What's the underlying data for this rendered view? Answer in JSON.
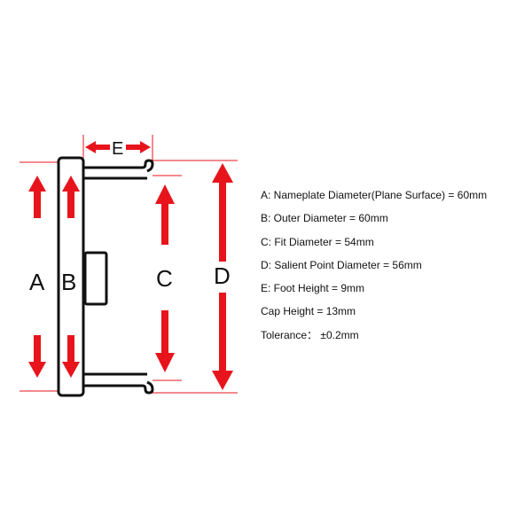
{
  "colors": {
    "arrow": "#e8141c",
    "outline": "#111111",
    "cap_fill": "#ffffff"
  },
  "labels": {
    "A": "A",
    "B": "B",
    "C": "C",
    "D": "D",
    "E": "E"
  },
  "specs": [
    "A: Nameplate Diameter(Plane Surface) = 60mm",
    "B: Outer Diameter = 60mm",
    "C: Fit Diameter = 54mm",
    "D: Salient Point Diameter = 56mm",
    "E: Foot Height = 9mm",
    "Cap Height = 13mm",
    "Tolerance：  ±0.2mm"
  ]
}
